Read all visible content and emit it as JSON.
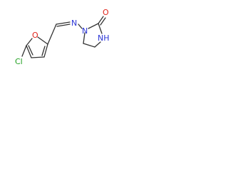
{
  "molecule": {
    "atoms": {
      "chlorine": "Cl",
      "furan_oxygen": "O",
      "imine_nitrogen": "N",
      "ring_nitrogen_1": "N",
      "ring_nitrogen_3": "NH",
      "carbonyl_oxygen": "O"
    },
    "colors": {
      "bond": "#333333",
      "chlorine": "#1f9f1f",
      "oxygen": "#e0241b",
      "nitrogen": "#2a34d6"
    }
  }
}
